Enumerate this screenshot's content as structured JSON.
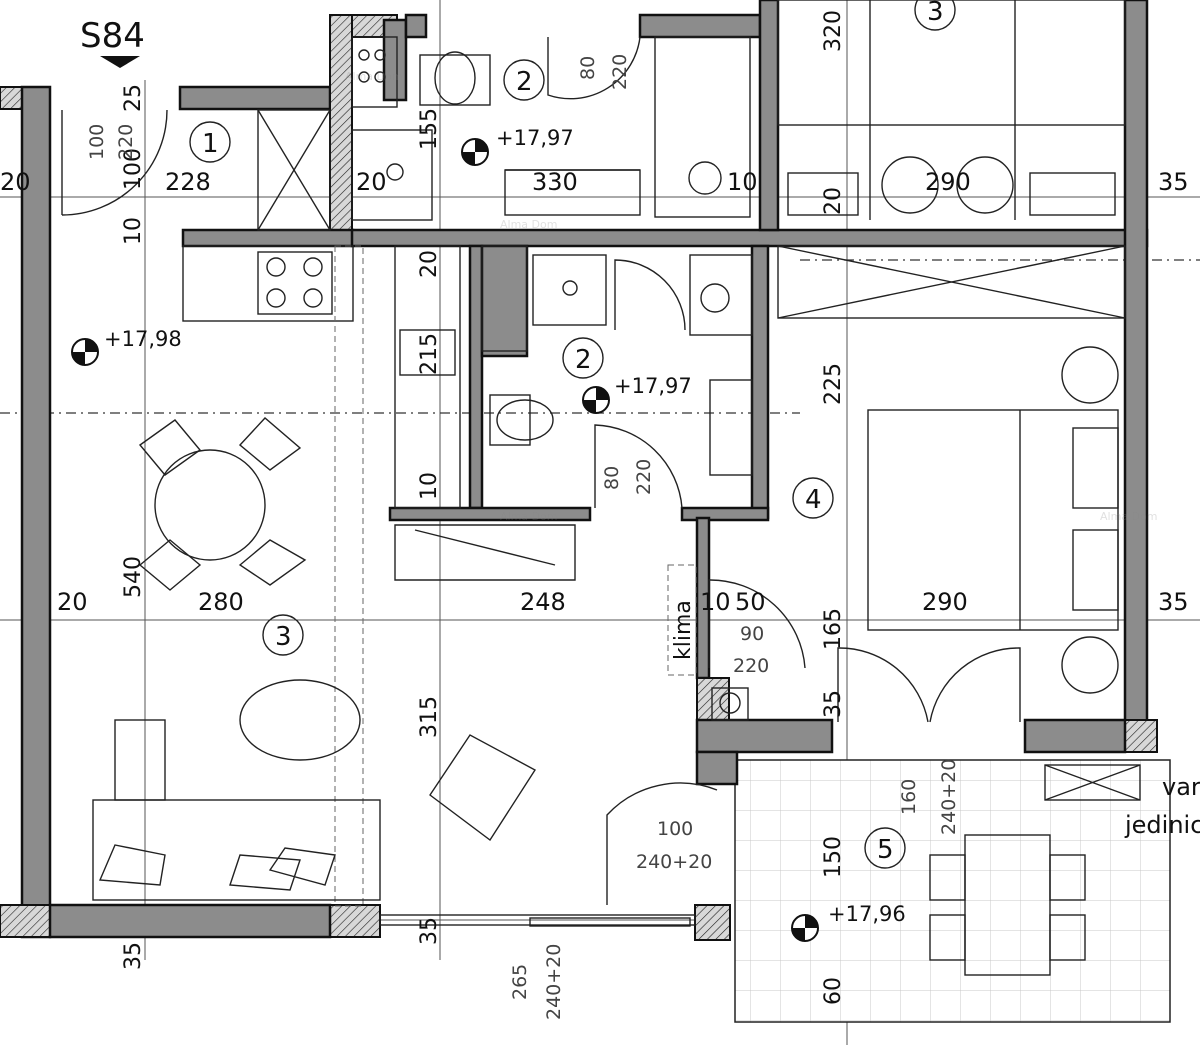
{
  "plan": {
    "stair_label": "S84",
    "rooms": [
      {
        "num": "1"
      },
      {
        "num": "2"
      },
      {
        "num": "2"
      },
      {
        "num": "3"
      },
      {
        "num": "3"
      },
      {
        "num": "4"
      },
      {
        "num": "5"
      }
    ],
    "levels": [
      "+17,97",
      "+17,98",
      "+17,97",
      "+17,96"
    ],
    "dimensions_horizontal": [
      "20",
      "228",
      "20",
      "330",
      "10",
      "290",
      "35",
      "20",
      "280",
      "248",
      "10",
      "50",
      "290",
      "35"
    ],
    "dimensions_vertical": [
      "25",
      "100",
      "10",
      "155",
      "20",
      "320",
      "215",
      "10",
      "540",
      "315",
      "35",
      "35",
      "225",
      "165",
      "35",
      "150",
      "60",
      "20"
    ],
    "door_labels": {
      "d1": {
        "w": "100",
        "h": "220"
      },
      "d2": {
        "w": "80",
        "h": "220"
      },
      "d3": {
        "w": "80",
        "h": "220"
      },
      "d4": {
        "w": "90",
        "h": "220"
      },
      "d5": {
        "w": "100",
        "h": "240+20"
      },
      "d6": {
        "w": "160",
        "h": "240+20"
      },
      "d7": {
        "w": "265",
        "h": "240+20"
      }
    },
    "klima_label": "klima",
    "edge_text": [
      "var",
      "jedinic"
    ],
    "watermark": "Alma Dom"
  }
}
